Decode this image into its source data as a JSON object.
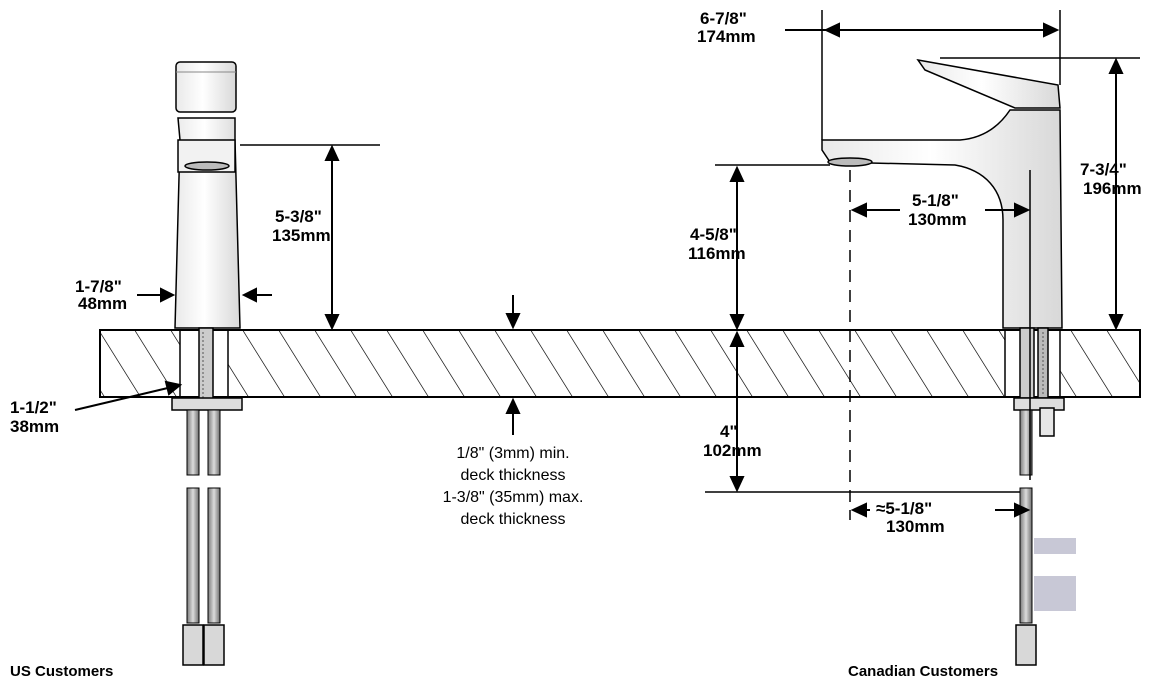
{
  "dimensions": {
    "spout_reach_side": {
      "imperial": "6-7/8\"",
      "metric": "174mm"
    },
    "overall_height": {
      "imperial": "7-3/4\"",
      "metric": "196mm"
    },
    "spout_height": {
      "imperial": "4-5/8\"",
      "metric": "116mm"
    },
    "spout_reach": {
      "imperial": "5-1/8\"",
      "metric": "130mm"
    },
    "body_height_front": {
      "imperial": "5-3/8\"",
      "metric": "135mm"
    },
    "base_width": {
      "imperial": "1-7/8\"",
      "metric": "48mm"
    },
    "hole_diameter": {
      "imperial": "1-1/2\"",
      "metric": "38mm"
    },
    "below_deck": {
      "imperial": "4\"",
      "metric": "102mm"
    },
    "approx_reach": {
      "imperial": "≈5-1/8\"",
      "metric": "130mm"
    }
  },
  "deck_note": [
    "1/8\" (3mm) min.",
    "deck thickness",
    "1-3/8\" (35mm) max.",
    "deck thickness"
  ],
  "captions": {
    "left": "US Customers",
    "right": "Canadian Customers"
  }
}
